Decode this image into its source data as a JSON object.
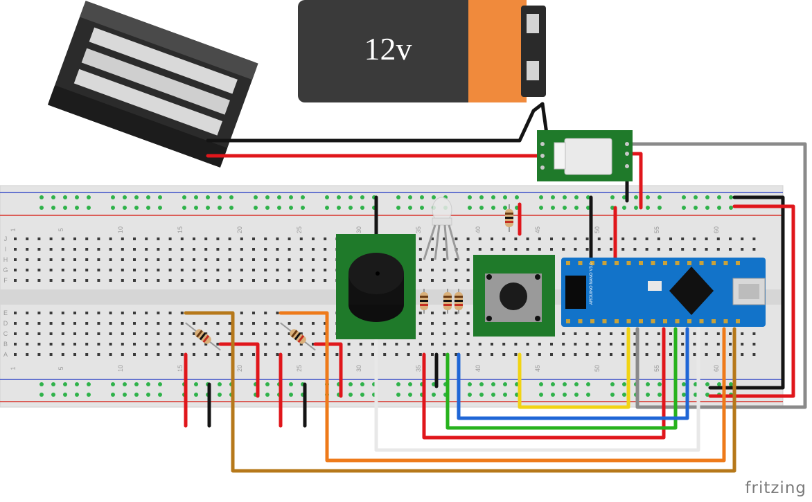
{
  "battery": {
    "label": "12v"
  },
  "breadboard": {
    "column_numbers": [
      "1",
      "5",
      "10",
      "15",
      "20",
      "25",
      "30",
      "35",
      "40",
      "45",
      "50",
      "55",
      "60"
    ],
    "row_letters_top": [
      "J",
      "I",
      "H",
      "G",
      "F"
    ],
    "row_letters_bottom": [
      "E",
      "D",
      "C",
      "B",
      "A"
    ]
  },
  "arduino": {
    "label": "ARDUINO NANO V3.0"
  },
  "watermark": "fritzing",
  "colors": {
    "wire_red": "#e0161b",
    "wire_black": "#141414",
    "wire_gray": "#8a8a8a",
    "wire_white": "#e8e8e8",
    "wire_yellow": "#f1d413",
    "wire_green": "#27b21d",
    "wire_blue": "#1f66d6",
    "wire_orange": "#ee7a1a",
    "wire_brown": "#b6781a",
    "pcb_green": "#1f7a2a",
    "nano_blue": "#1273c9",
    "battery_orange": "#f08a3c",
    "battery_body": "#3a3a3a",
    "breadboard": "#e6e6e6",
    "rail_red": "#d8312a",
    "rail_blue": "#3d50c8"
  },
  "icons": [
    "solenoid-lock-icon",
    "battery-icon",
    "relay-module-icon",
    "buzzer-icon",
    "rgb-led-icon",
    "push-button-icon",
    "arduino-nano-icon",
    "resistor-icon"
  ]
}
